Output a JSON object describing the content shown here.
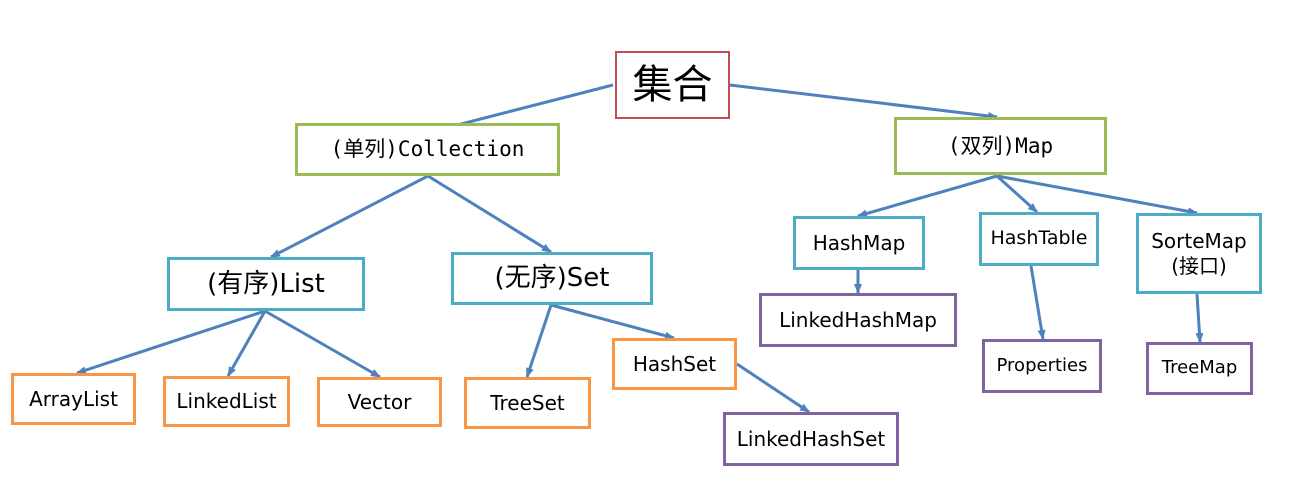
{
  "diagram": {
    "colors": {
      "edge": "#4f81bd",
      "root_border": "#c0504d",
      "level1_border": "#9bbb59",
      "level2_border": "#4bacc6",
      "leaf_border": "#f79646",
      "deep_leaf_border": "#8064a2"
    },
    "nodes": {
      "root": "集合",
      "collection": "(单列)Collection",
      "map": "(双列)Map",
      "list": "(有序)List",
      "set": "(无序)Set",
      "hashmap": "HashMap",
      "hashtable": "HashTable",
      "sortemap": "SorteMap\n(接口)",
      "arraylist": "ArrayList",
      "linkedlist": "LinkedList",
      "vector": "Vector",
      "treeset": "TreeSet",
      "hashset": "HashSet",
      "linkedhashset": "LinkedHashSet",
      "linkedhashmap": "LinkedHashMap",
      "properties": "Properties",
      "treemap": "TreeMap"
    }
  }
}
